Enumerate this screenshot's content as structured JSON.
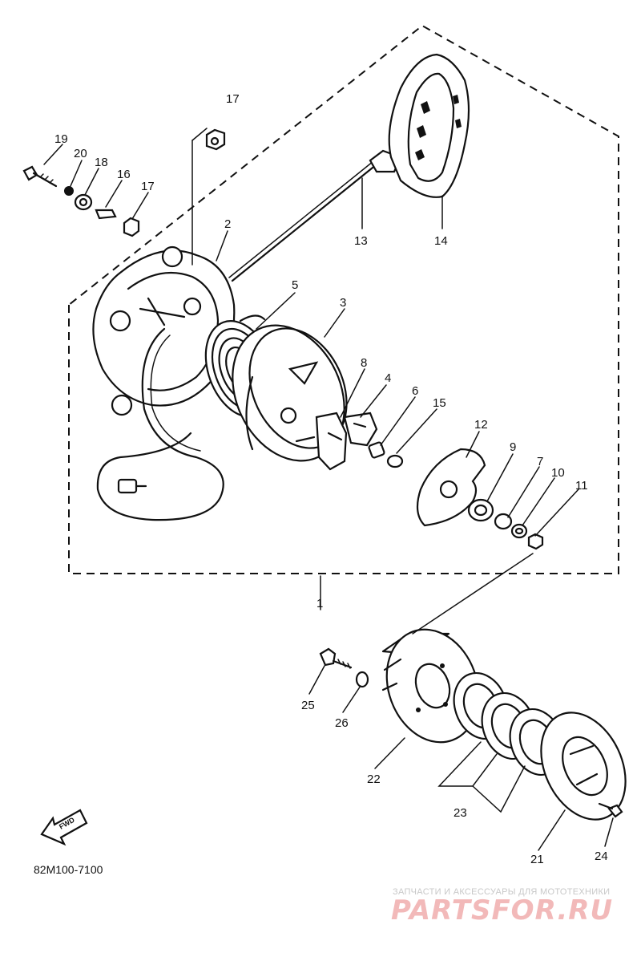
{
  "diagram": {
    "part_labels": {
      "p1": "1",
      "p2": "2",
      "p3": "3",
      "p4": "4",
      "p5": "5",
      "p6": "6",
      "p7": "7",
      "p8": "8",
      "p9": "9",
      "p10": "10",
      "p11": "11",
      "p12": "12",
      "p13": "13",
      "p14": "14",
      "p15": "15",
      "p16": "16",
      "p17a": "17",
      "p17b": "17",
      "p18": "18",
      "p19": "19",
      "p20": "20",
      "p21": "21",
      "p22": "22",
      "p23": "23",
      "p24": "24",
      "p25": "25",
      "p26": "26"
    },
    "direction_arrow": "FWD",
    "figure_code": "82M100-7100"
  },
  "watermark": {
    "tagline": "ЗАПЧАСТИ И АКСЕССУАРЫ ДЛЯ МОТОТЕХНИКИ",
    "brand": "PARTSFOR.RU"
  },
  "colors": {
    "line": "#111111",
    "watermark_brand": "#f2b9b9",
    "watermark_tagline": "#c8c8c8"
  }
}
